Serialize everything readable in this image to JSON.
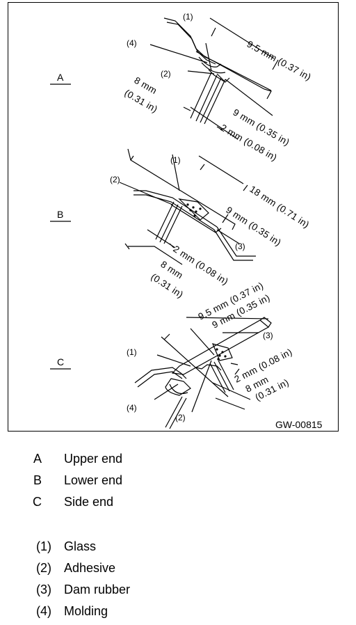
{
  "figure": {
    "code": "GW-00815",
    "views": {
      "a": "A",
      "b": "B",
      "c": "C"
    },
    "callouts": {
      "c1": "(1)",
      "c2": "(2)",
      "c3": "(3)",
      "c4": "(4)"
    },
    "dims": {
      "d95": "9.5 mm (0.37 in)",
      "d9": "9 mm (0.35 in)",
      "d2": "2 mm (0.08 in)",
      "d8a": "8 mm",
      "d8b": "(0.31 in)",
      "d18": "18 mm (0.71 in)"
    }
  },
  "legend": {
    "views": [
      {
        "key": "A",
        "label": "Upper end"
      },
      {
        "key": "B",
        "label": "Lower end"
      },
      {
        "key": "C",
        "label": "Side end"
      }
    ],
    "parts": [
      {
        "key": "(1)",
        "label": "Glass"
      },
      {
        "key": "(2)",
        "label": "Adhesive"
      },
      {
        "key": "(3)",
        "label": "Dam rubber"
      },
      {
        "key": "(4)",
        "label": "Molding"
      }
    ]
  }
}
